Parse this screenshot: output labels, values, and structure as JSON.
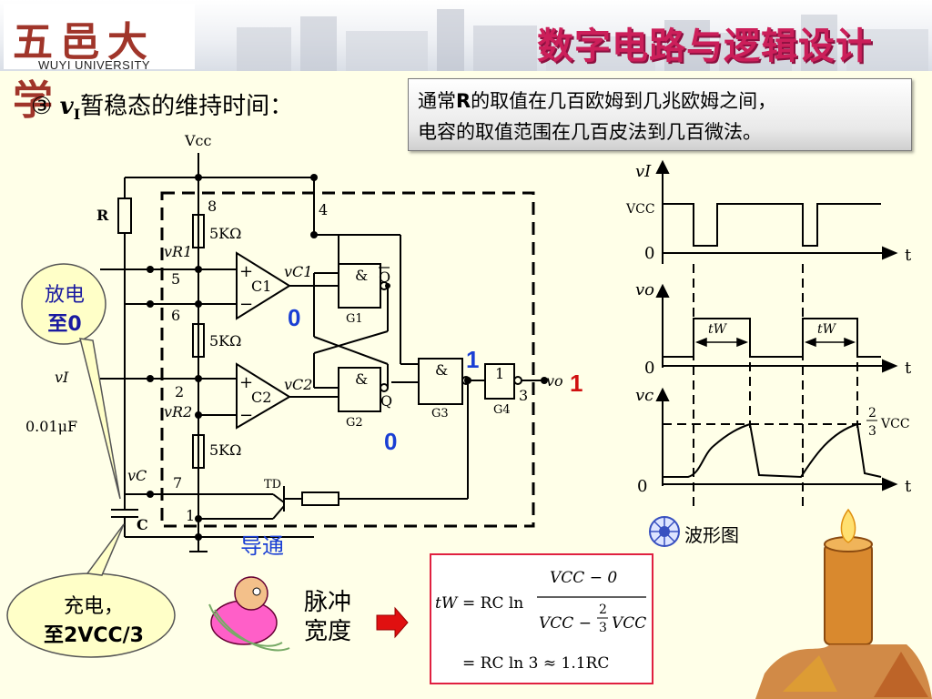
{
  "header": {
    "logo_cn": "五邑大学",
    "logo_en": "WUYI UNIVERSITY",
    "course_title": "数字电路与逻辑设计"
  },
  "heading": {
    "num": "③",
    "var": "v",
    "sub": "I",
    "text": "暂稳态的维持时间："
  },
  "note": {
    "line1_a": "通常",
    "line1_b": "R",
    "line1_c": "的取值在几百欧姆到几兆欧姆之间，",
    "line2": "电容的取值范围在几百皮法到几百微法。"
  },
  "circuit": {
    "vcc": "Vcc",
    "r_label": "R",
    "c_label": "C",
    "cap_value": "0.01μF",
    "res1": "5KΩ",
    "res2": "5KΩ",
    "res3": "5KΩ",
    "pin8": "8",
    "pin4": "4",
    "pin5": "5",
    "pin6": "6",
    "pin2": "2",
    "pin7": "7",
    "pin1": "1",
    "pin3": "3",
    "vr1": "vR1",
    "vr2": "vR2",
    "vc1": "vC1",
    "vc2": "vC2",
    "vi": "vI",
    "vc": "vC",
    "vo": "vo",
    "c1": "C1",
    "c2": "C2",
    "g1": "G1",
    "g2": "G2",
    "g3": "G3",
    "g4": "G4",
    "and_sym": "&",
    "not_sym": "1",
    "q_bar": "Q",
    "q": "Q",
    "td": "TD",
    "plus": "+",
    "minus": "−",
    "state0a": "0",
    "state1": "1",
    "state0b": "0",
    "state_out": "1",
    "conduct": "导通"
  },
  "bubbles": {
    "discharge_l1": "放电",
    "discharge_l2": "至0",
    "charge_l1": "充电，",
    "charge_l2": "至2VCC/3"
  },
  "waveform": {
    "vi": "vI",
    "vo": "vo",
    "vc": "vc",
    "vcc": "VCC",
    "zero1": "0",
    "zero2": "0",
    "zero3": "0",
    "t": "t",
    "tw": "tW",
    "frac_num": "2",
    "frac_den": "3",
    "frac_vcc": "VCC",
    "label": "波形图"
  },
  "pulse_width": {
    "l1": "脉冲",
    "l2": "宽度"
  },
  "formula": {
    "lhs": "tW",
    "eq": "= RC ln",
    "num": "VCC − 0",
    "den_a": "VCC −",
    "den_frac_n": "2",
    "den_frac_d": "3",
    "den_b": "VCC",
    "line2": "= RC ln 3 ≈ 1.1RC"
  },
  "colors": {
    "title": "#cc1f5a",
    "state_blue": "#1a3fd4",
    "state_red": "#d01010",
    "arrow": "#e01010",
    "formula_border": "#e02040"
  }
}
